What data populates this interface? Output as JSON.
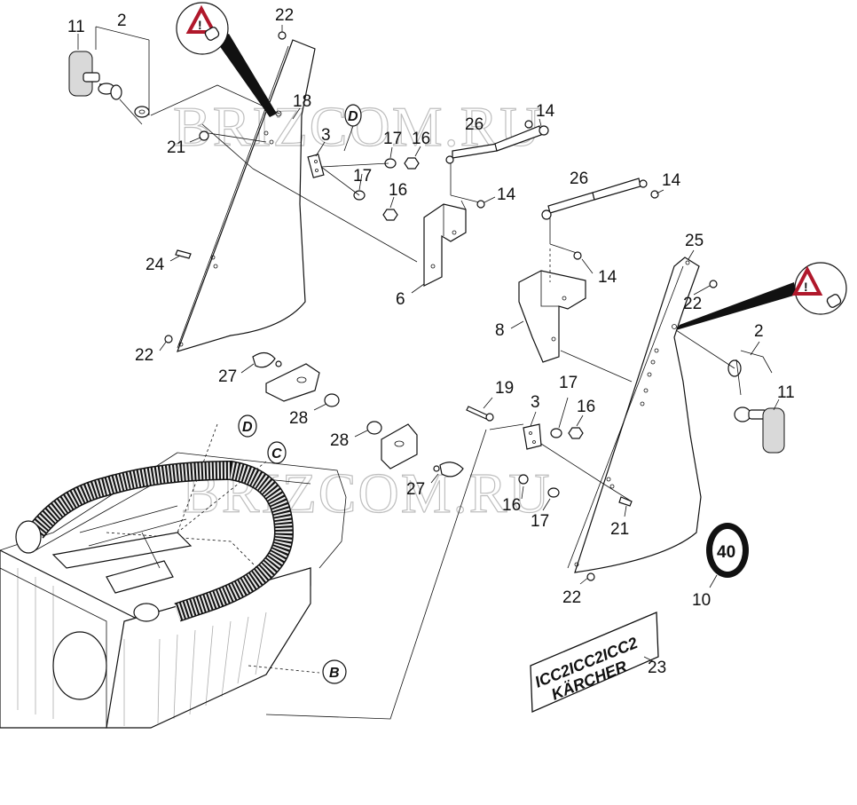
{
  "watermark": "BRIZCOM.RU",
  "callouts": {
    "c11a": "11",
    "c2a": "2",
    "c22a": "22",
    "c18": "18",
    "c21a": "21",
    "c3a": "3",
    "c17a": "17",
    "c16a": "16",
    "c17b": "17",
    "c16b": "16",
    "c26a": "26",
    "c14a": "14",
    "c14b": "14",
    "c26b": "26",
    "c14c": "14",
    "c14d": "14",
    "c24": "24",
    "c6": "6",
    "c22b": "22",
    "c25": "25",
    "c22c": "22",
    "c8": "8",
    "c2b": "2",
    "c11b": "11",
    "c27a": "27",
    "c28a": "28",
    "c19": "19",
    "c3b": "3",
    "c17c": "17",
    "c16c": "16",
    "c28b": "28",
    "c27b": "27",
    "c16d": "16",
    "c17d": "17",
    "c21b": "21",
    "c22d": "22",
    "c10": "10",
    "c23": "23"
  },
  "refs": {
    "d1": "D",
    "d2": "D",
    "c": "C",
    "b": "B"
  },
  "speed_sign": "40",
  "decal": {
    "line1": "ICC2ICC2ICC2",
    "line2": "KÄRCHER"
  },
  "icons": [
    "warning-triangle-icon",
    "hand-icon"
  ]
}
